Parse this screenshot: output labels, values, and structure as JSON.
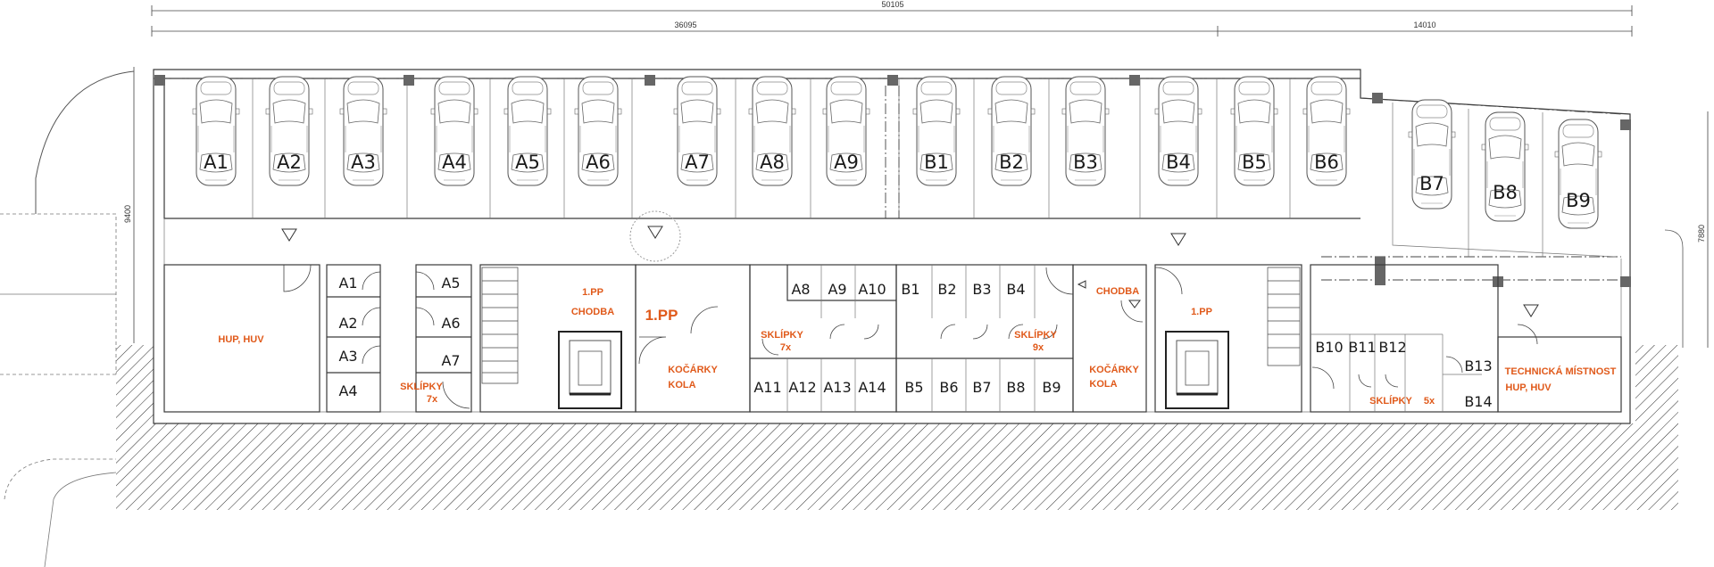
{
  "dimensions": {
    "total": "50105",
    "left": "36095",
    "right": "14010",
    "left_height": "9400",
    "right_height": "7880"
  },
  "parking_spaces": [
    {
      "label": "A1"
    },
    {
      "label": "A2"
    },
    {
      "label": "A3"
    },
    {
      "label": "A4"
    },
    {
      "label": "A5"
    },
    {
      "label": "A6"
    },
    {
      "label": "A7"
    },
    {
      "label": "A8"
    },
    {
      "label": "A9"
    },
    {
      "label": "B1"
    },
    {
      "label": "B2"
    },
    {
      "label": "B3"
    },
    {
      "label": "B4"
    },
    {
      "label": "B5"
    },
    {
      "label": "B6"
    },
    {
      "label": "B7"
    },
    {
      "label": "B8"
    },
    {
      "label": "B9"
    }
  ],
  "cellars_left_block": [
    "A1",
    "A2",
    "A3",
    "A4",
    "A5",
    "A6",
    "A7"
  ],
  "cellars_center_top": [
    "A8",
    "A9",
    "A10",
    "B1",
    "B2",
    "B3",
    "B4"
  ],
  "cellars_center_bottom": [
    "A11",
    "A12",
    "A13",
    "A14",
    "B5",
    "B6",
    "B7",
    "B8",
    "B9"
  ],
  "cellars_right": [
    "B10",
    "B11",
    "B12",
    "B13",
    "B14"
  ],
  "rooms": {
    "hup_huv": "HUP, HUV",
    "sklipky_7x_a": "SKLÍPKY",
    "sklipky_7x_b": "7x",
    "chodba_1pp_a": "1.PP",
    "chodba_1pp_b": "CHODBA",
    "stair_1pp": "1.PP",
    "kocarky_kola_a": "KOČÁRKY",
    "kocarky_kola_b": "KOLA",
    "sklipky_center_a": "SKLÍPKY",
    "sklipky_center_b": "7x",
    "sklipky_9x_a": "SKLÍPKY",
    "sklipky_9x_b": "9x",
    "chodba_right": "CHODBA",
    "kocarky_kola2_a": "KOČÁRKY",
    "kocarky_kola2_b": "KOLA",
    "right_1pp": "1.PP",
    "sklipky_5x_a": "SKLÍPKY",
    "sklipky_5x_b": "5x",
    "tech_a": "TECHNICKÁ MÍSTNOST",
    "tech_b": "HUP, HUV"
  },
  "colors": {
    "accent": "#e05a1b",
    "line": "#3a3a3a"
  }
}
